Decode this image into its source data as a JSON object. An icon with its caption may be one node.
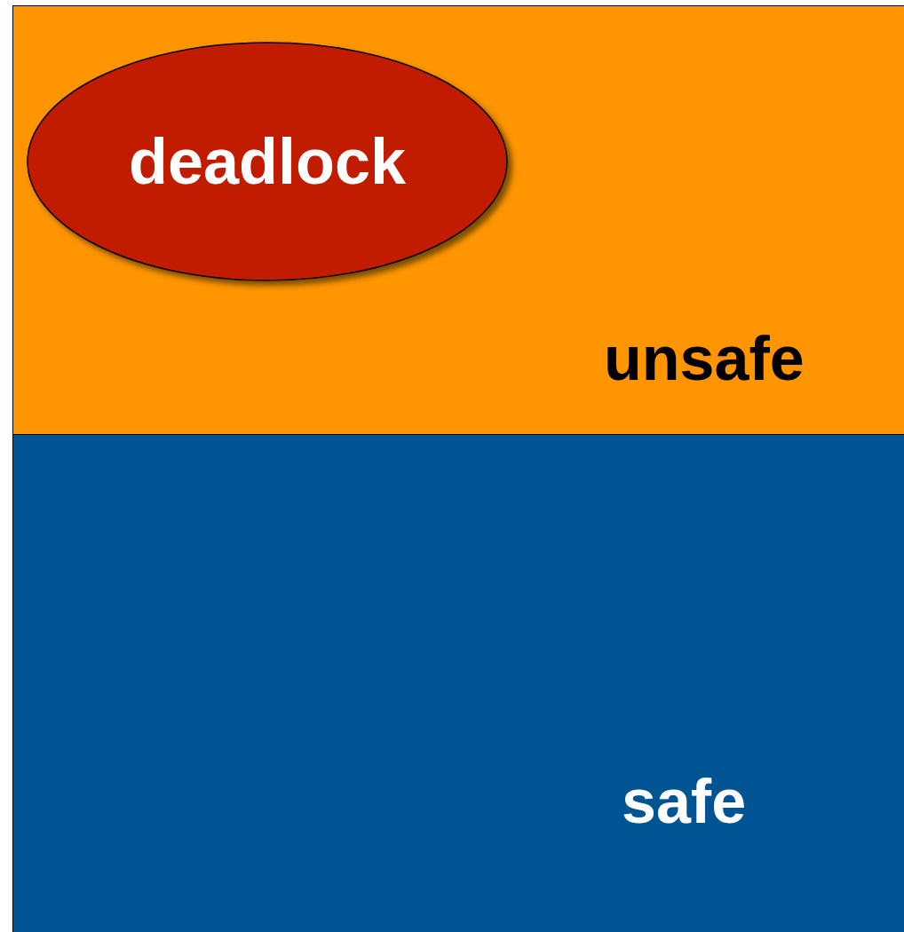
{
  "diagram": {
    "nodes": [
      {
        "text": [
          "unsafe"
        ]
      },
      {
        "text": [
          "deadlock"
        ],
        "in": 0
      },
      {
        "text": [
          "safe"
        ]
      }
    ]
  }
}
